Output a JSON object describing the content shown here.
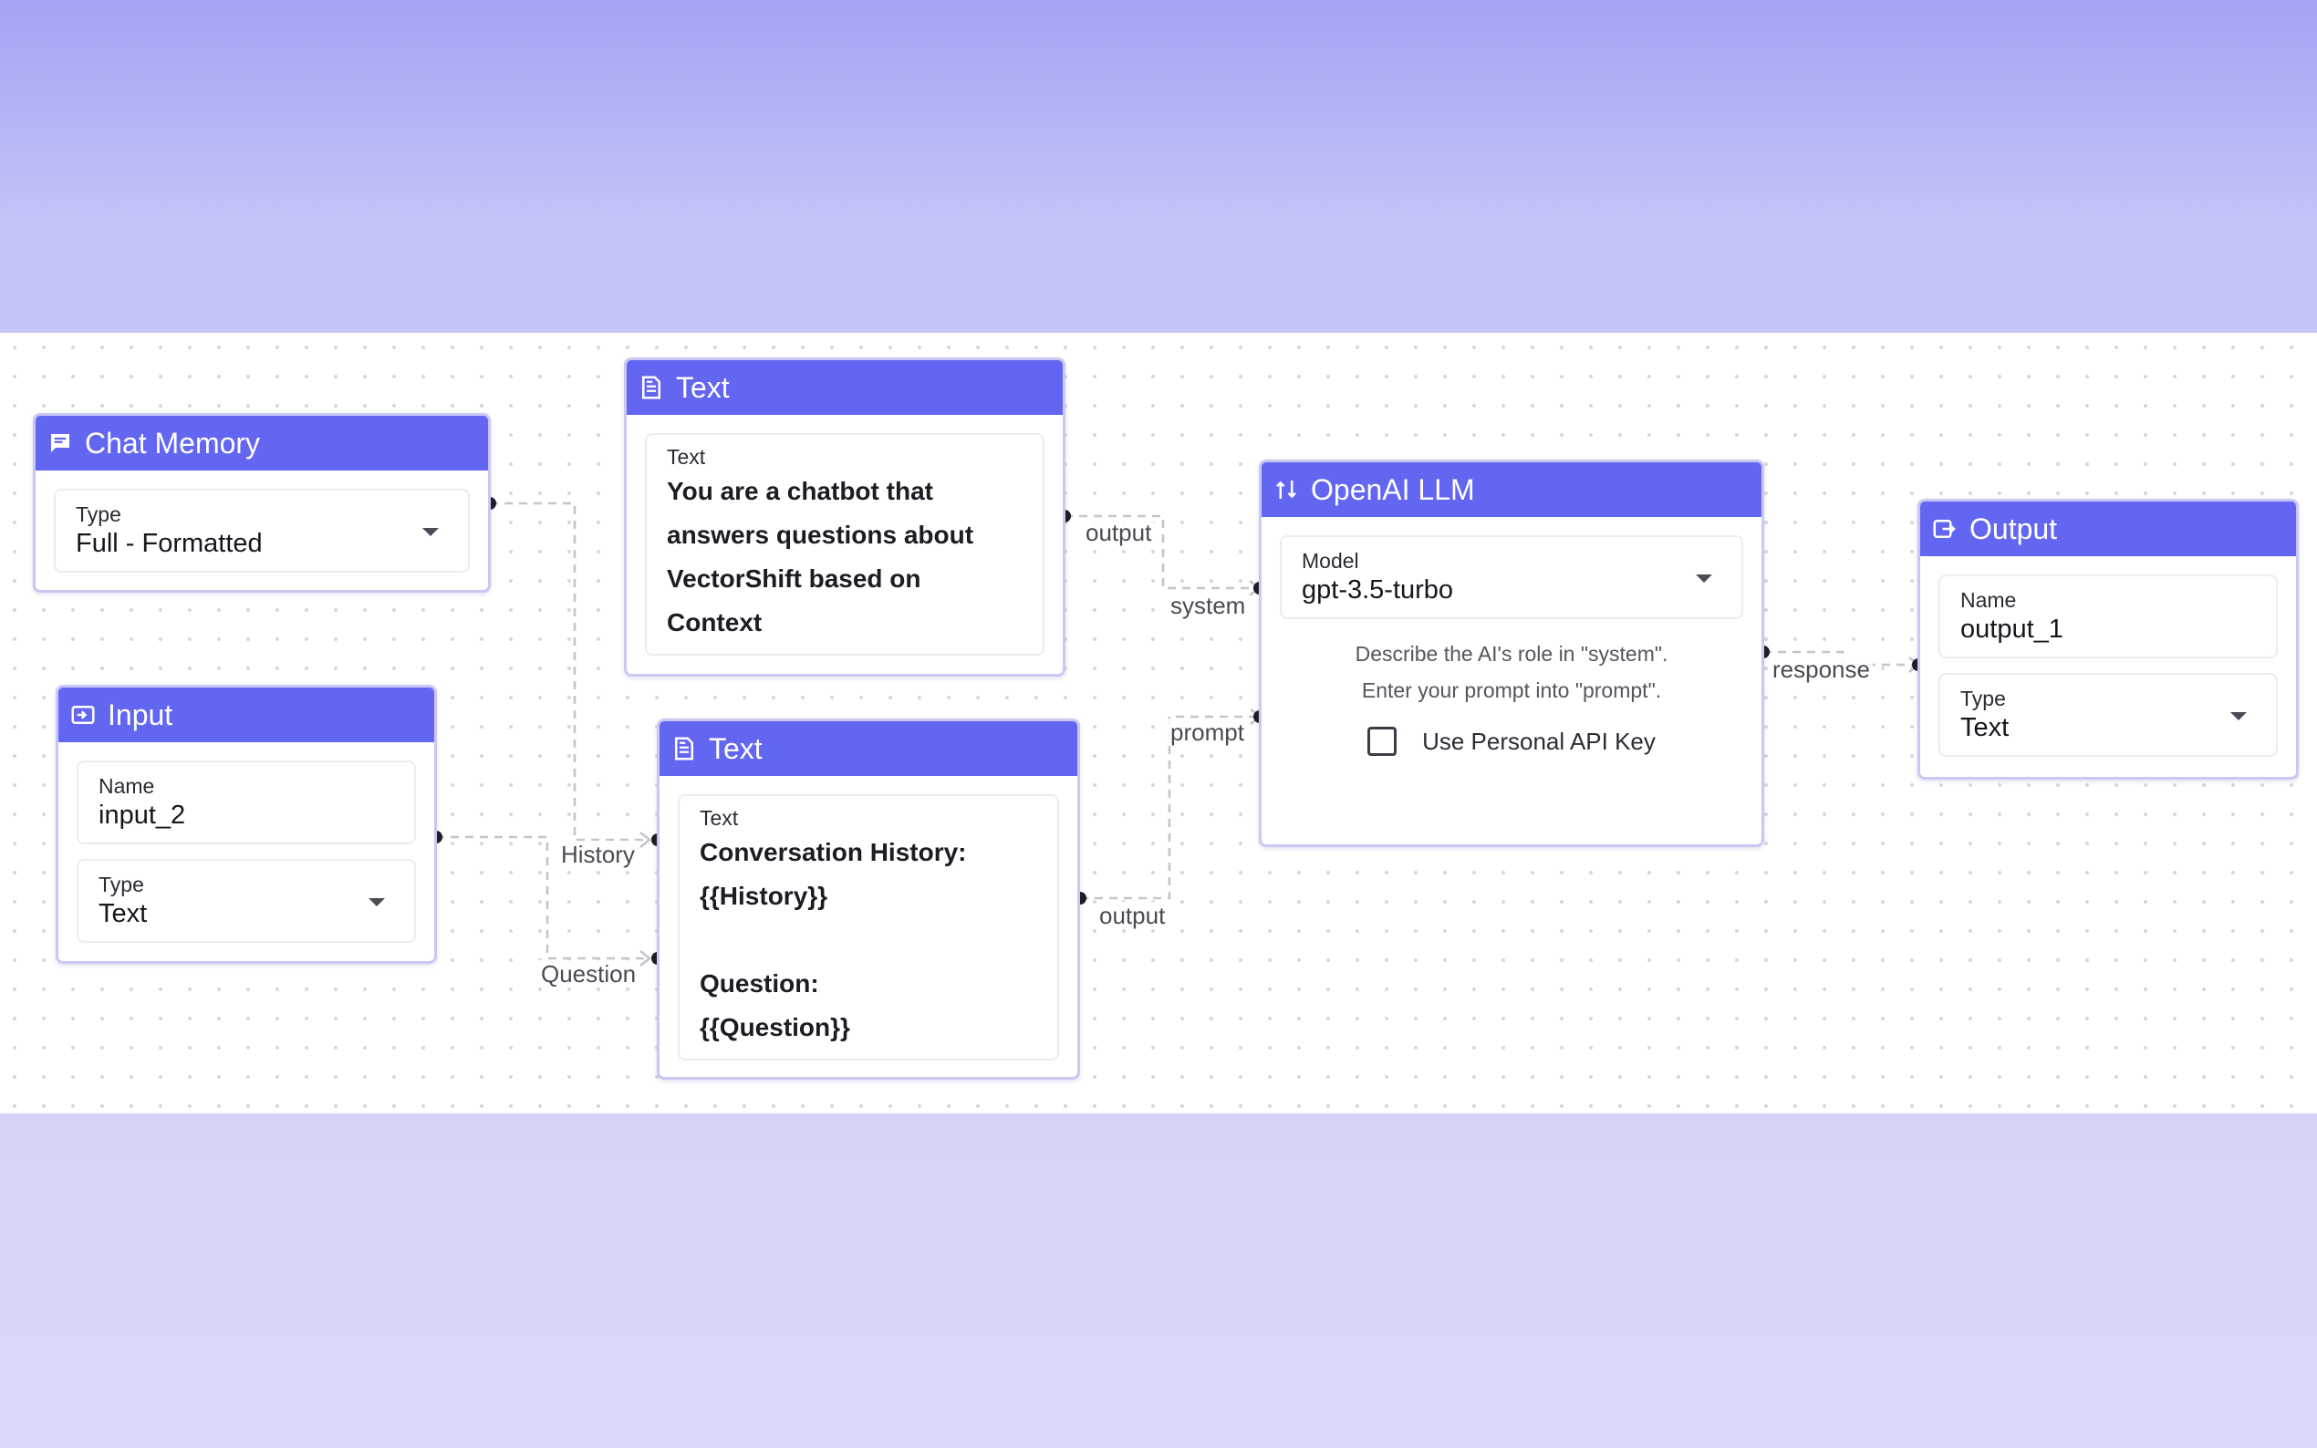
{
  "nodes": {
    "chat_memory": {
      "title": "Chat Memory",
      "icon": "chat-bubble-icon",
      "type_label": "Type",
      "type_value": "Full - Formatted"
    },
    "input": {
      "title": "Input",
      "icon": "input-arrow-icon",
      "name_label": "Name",
      "name_value": "input_2",
      "type_label": "Type",
      "type_value": "Text"
    },
    "text_system": {
      "title": "Text",
      "icon": "document-icon",
      "text_label": "Text",
      "text_value": "You are a chatbot that\nanswers questions about\nVectorShift based on\nContext"
    },
    "text_prompt": {
      "title": "Text",
      "icon": "document-icon",
      "text_label": "Text",
      "text_value": "Conversation History:\n{{History}}\n\nQuestion:\n{{Question}}"
    },
    "openai_llm": {
      "title": "OpenAI LLM",
      "icon": "swap-arrows-icon",
      "model_label": "Model",
      "model_value": "gpt-3.5-turbo",
      "hint_line1": "Describe the AI's role in \"system\".",
      "hint_line2": "Enter your prompt into \"prompt\".",
      "checkbox_label": "Use Personal API Key",
      "checkbox_checked": false
    },
    "output": {
      "title": "Output",
      "icon": "output-arrow-icon",
      "name_label": "Name",
      "name_value": "output_1",
      "type_label": "Type",
      "type_value": "Text"
    }
  },
  "edge_labels": {
    "history": "History",
    "question": "Question",
    "output_top": "output",
    "system": "system",
    "prompt": "prompt",
    "output_bottom": "output",
    "response": "response"
  },
  "colors": {
    "node_header": "#6366f1",
    "node_border": "#c9c8f3",
    "edge": "#c4c4cc",
    "handle": "#1d1d26"
  }
}
